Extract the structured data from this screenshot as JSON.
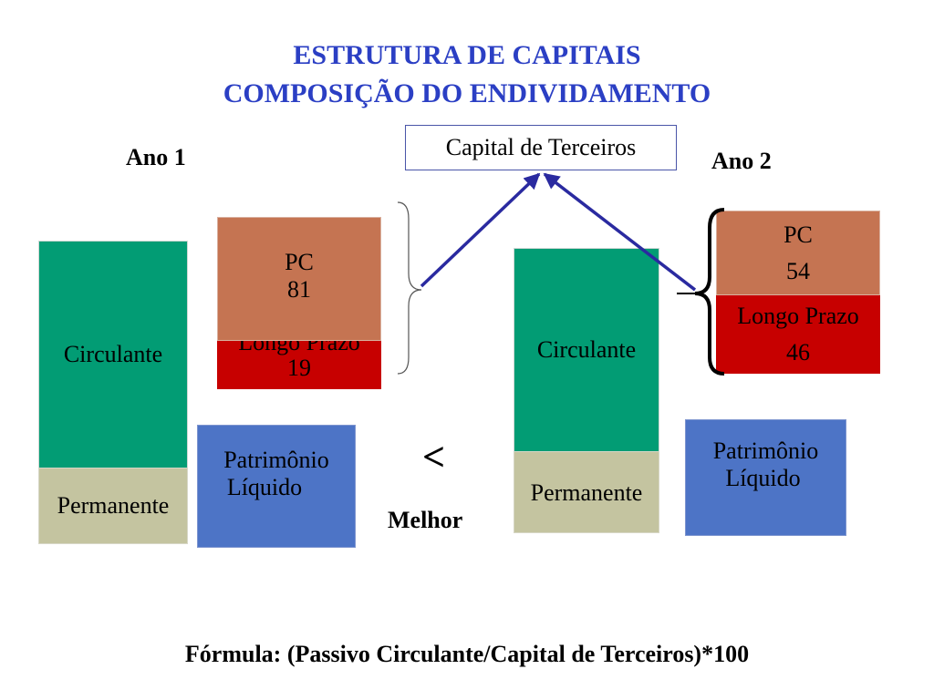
{
  "title": {
    "line1": "ESTRUTURA DE CAPITAIS",
    "line2": "COMPOSIÇÃO DO ENDIVIDAMENTO"
  },
  "capital_terceiros": "Capital de Terceiros",
  "year1": {
    "label": "Ano 1",
    "circulante": "Circulante",
    "permanente": "Permanente",
    "pc_label": "PC",
    "pc_value": "81",
    "lp_label": "Longo Prazo",
    "lp_value": "19",
    "pl_line1": "Patrimônio",
    "pl_line2": "Líquido"
  },
  "year2": {
    "label": "Ano 2",
    "circulante": "Circulante",
    "permanente": "Permanente",
    "pc_label": "PC",
    "pc_value": "54",
    "lp_label": "Longo Prazo",
    "lp_value": "46",
    "pl_line1": "Patrimônio",
    "pl_line2": "Líquido"
  },
  "comparison": {
    "symbol": "<",
    "label": "Melhor"
  },
  "formula": "Fórmula: (Passivo Circulante/Capital de Terceiros)*100",
  "colors": {
    "title": "#2b3fc4",
    "circulante": "#029c74",
    "permanente": "#c4c4a0",
    "pc": "#c57452",
    "longo_prazo": "#c70000",
    "patrimonio": "#4d74c6",
    "arrow": "#2a2aa0"
  }
}
